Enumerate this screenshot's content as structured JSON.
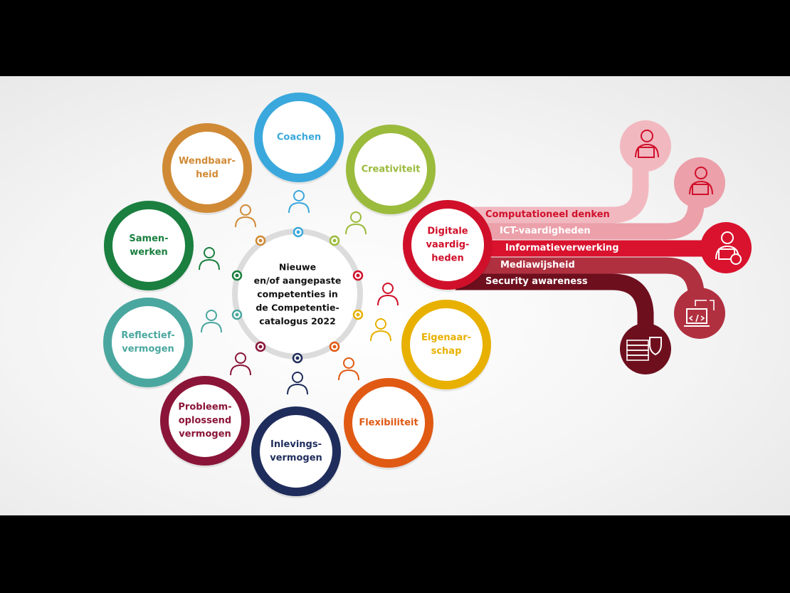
{
  "center": {
    "title": "Nieuwe\nen/of aangepaste\ncompetenties in\nde Competentie-\ncatalogus 2022"
  },
  "competencies": [
    {
      "label": "Coachen",
      "color": "#3aa8dc",
      "icon": "people-exchange-icon"
    },
    {
      "label": "Creativiteit",
      "color": "#9bbb3c",
      "icon": "ideas-arrows-icon"
    },
    {
      "label": "Digitale\nvaardig-\nheden",
      "color": "#d0102a",
      "icon": "person-laptop-icon"
    },
    {
      "label": "Eigenaar-\nschap",
      "color": "#e8b000",
      "icon": "person-laptop-crosslegged-icon"
    },
    {
      "label": "Flexibiliteit",
      "color": "#e05a14",
      "icon": "person-arrows-icon"
    },
    {
      "label": "Inlevings-\nvermogen",
      "color": "#1f2d5c",
      "icon": "two-people-embrace-icon"
    },
    {
      "label": "Probleem-\noplossend\nvermogen",
      "color": "#8a1538",
      "icon": "head-lightbulb-icon"
    },
    {
      "label": "Reflectief-\nvermogen",
      "color": "#4aa79f",
      "icon": "meditation-icon"
    },
    {
      "label": "Samen-\nwerken",
      "color": "#1a7f3f",
      "icon": "team-network-icon"
    },
    {
      "label": "Wendbaar-\nheid",
      "color": "#d08a35",
      "icon": "person-steering-wheel-icon"
    }
  ],
  "digital_skills": [
    {
      "label": "Computationeel denken",
      "color": "#f2b8c0",
      "text_color": "#d0102a",
      "icon": "person-laptop-idea-icon"
    },
    {
      "label": "ICT-vaardigheden",
      "color": "#eba0aa",
      "text_color": "#ffffff",
      "icon": "person-relaxed-laptop-icon"
    },
    {
      "label": "Informatieverwerking",
      "color": "#d9122d",
      "text_color": "#ffffff",
      "icon": "person-laptop-gear-icon"
    },
    {
      "label": "Mediawijsheid",
      "color": "#b03040",
      "text_color": "#ffffff",
      "icon": "laptop-code-icon"
    },
    {
      "label": "Security awareness",
      "color": "#6e0f1e",
      "text_color": "#ffffff",
      "icon": "firewall-shield-icon"
    }
  ]
}
